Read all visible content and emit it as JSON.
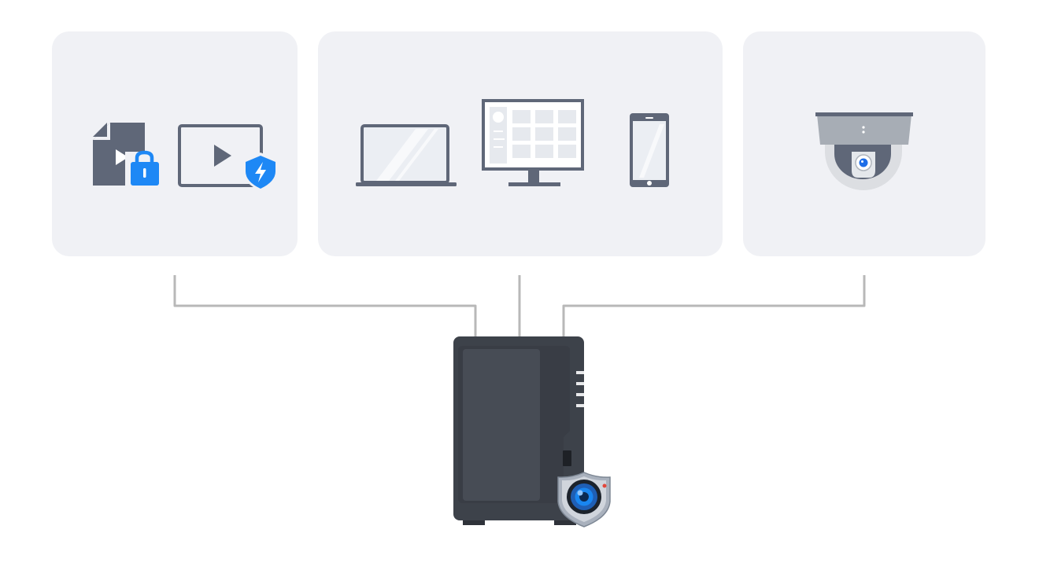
{
  "diagram": {
    "groups": [
      {
        "id": "secure-video-files",
        "icons": [
          "locked-video-file-icon",
          "protected-video-player-icon"
        ]
      },
      {
        "id": "client-devices",
        "icons": [
          "laptop-icon",
          "desktop-monitor-icon",
          "smartphone-icon"
        ]
      },
      {
        "id": "ip-cameras",
        "icons": [
          "dome-camera-icon"
        ]
      }
    ],
    "hub": {
      "icons": [
        "nas-server-icon",
        "surveillance-shield-icon"
      ]
    },
    "connections": [
      {
        "from": "secure-video-files",
        "to": "hub"
      },
      {
        "from": "client-devices",
        "to": "hub"
      },
      {
        "from": "ip-cameras",
        "to": "hub"
      }
    ]
  },
  "colors": {
    "panel_bg": "#f0f1f5",
    "icon_gray": "#5f6778",
    "accent_blue": "#1e88f5",
    "connector": "#b8b8b8",
    "nas_body": "#3d424a"
  }
}
